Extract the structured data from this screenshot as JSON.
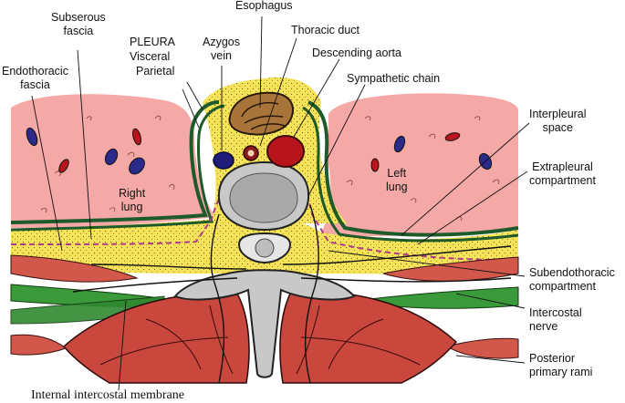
{
  "labels": {
    "esophagus": "Esophagus",
    "thoracic_duct": "Thoracic duct",
    "subserous_fascia": "Subserous\nfascia",
    "pleura": "PLEURA",
    "visceral": "Visceral",
    "parietal": "Parietal",
    "azygos_vein": "Azygos\nvein",
    "descending_aorta": "Descending aorta",
    "endothoracic_fascia": "Endothoracic\nfascia",
    "sympathetic_chain": "Sympathetic chain",
    "interpleural_space": "Interpleural\nspace",
    "extrapleural_compartment": "Extrapleural\ncompartment",
    "right_lung": "Right\nlung",
    "left_lung": "Left\nlung",
    "subendothoracic_compartment": "Subendothoracic\ncompartment",
    "intercostal_nerve": "Intercostal\nnerve",
    "posterior_primary_rami": "Posterior\nprimary rami",
    "internal_intercostal_membrane": "Internal intercostal membrane"
  },
  "colors": {
    "lung": "#f2a3a3",
    "fat": "#f7e35a",
    "pleura_green": "#1f5a2a",
    "muscle": "#c9473c",
    "bone": "#c8c8c8",
    "aorta": "#b8141c",
    "esophagus": "#a9743a",
    "vessel_blue": "#2a2a8a",
    "dashed_line": "#b03a8a",
    "green_layer": "#3a9a3a"
  }
}
